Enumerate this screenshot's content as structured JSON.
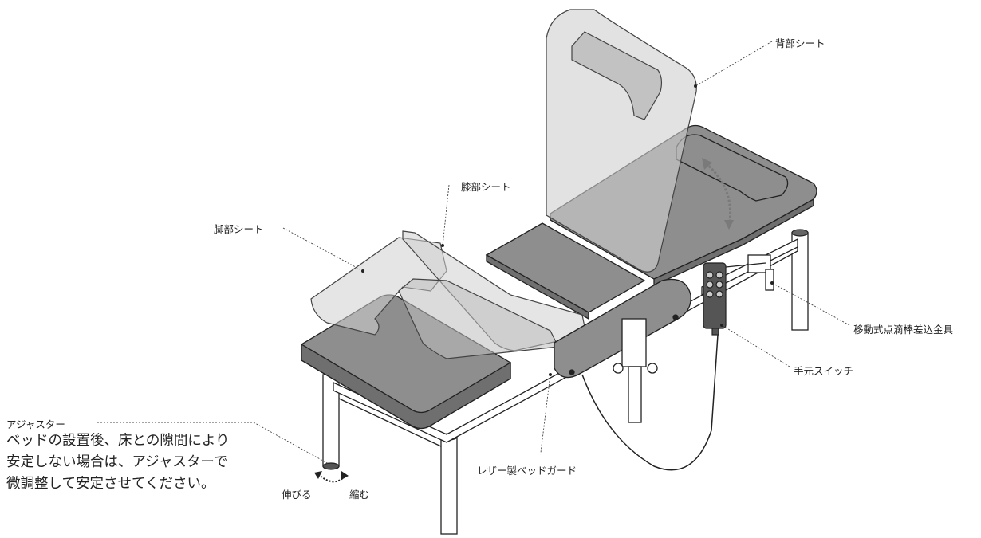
{
  "labels": {
    "back_seat": "背部シート",
    "knee_seat": "膝部シート",
    "leg_seat": "脚部シート",
    "iv_pole_holder": "移動式点滴棒差込金具",
    "hand_switch": "手元スイッチ",
    "adjuster": "アジャスター",
    "leather_guard": "レザー製ベッドガード",
    "extend": "伸びる",
    "shrink": "縮む"
  },
  "adjuster_note": {
    "lines": [
      "ベッドの設置後、床との隙間により",
      "安定しない場合は、アジャスターで",
      "微調整して安定させてください。"
    ]
  },
  "colors": {
    "cushion": "#8e8e8e",
    "cushion_side": "#6f6f6f",
    "frame": "#ffffff",
    "outline": "#222222",
    "ghost": "#cfcfcf",
    "arrow": "#7a7a7a"
  }
}
